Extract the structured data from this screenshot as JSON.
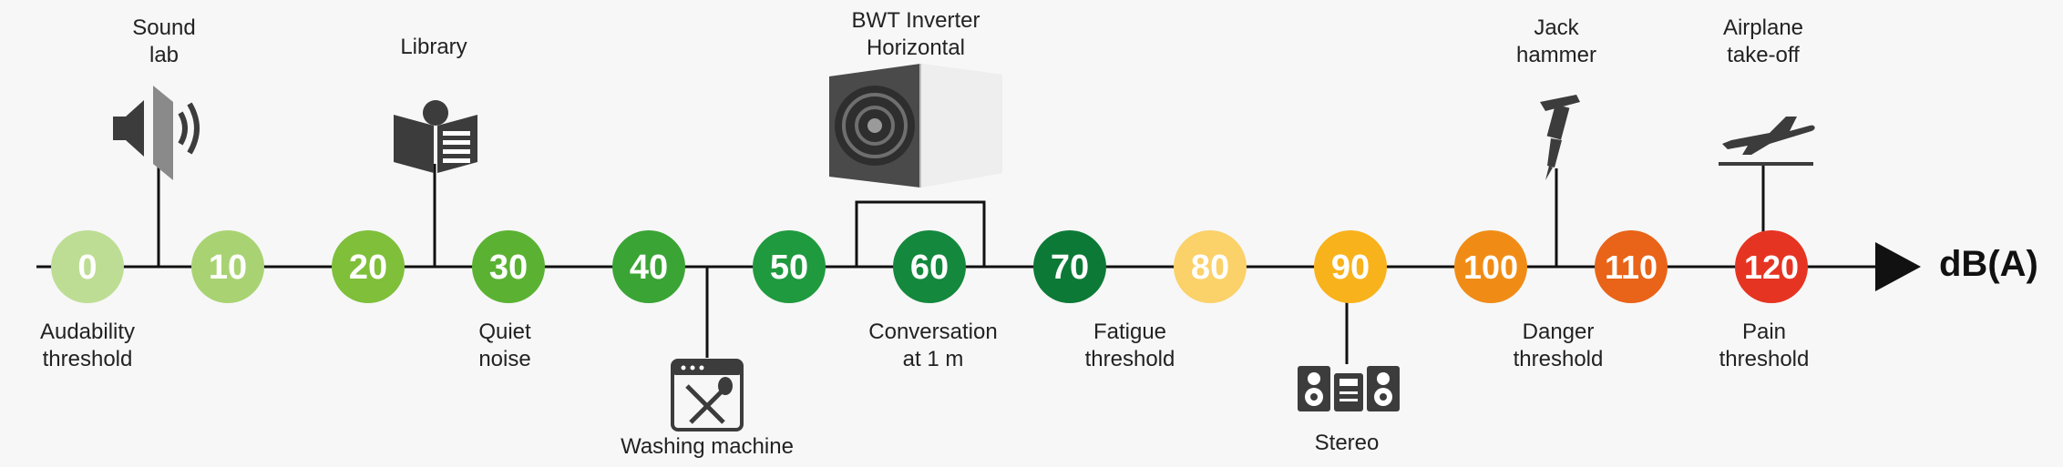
{
  "scale": {
    "unit": "dB(A)",
    "levels": [
      {
        "value": "0",
        "color": "#bedd94"
      },
      {
        "value": "10",
        "color": "#a9d373"
      },
      {
        "value": "20",
        "color": "#7fbf3a"
      },
      {
        "value": "30",
        "color": "#5bb232"
      },
      {
        "value": "40",
        "color": "#3aa435"
      },
      {
        "value": "50",
        "color": "#1f9a3e"
      },
      {
        "value": "60",
        "color": "#14883d"
      },
      {
        "value": "70",
        "color": "#0c7a36"
      },
      {
        "value": "80",
        "color": "#fbd169"
      },
      {
        "value": "90",
        "color": "#f8b21b"
      },
      {
        "value": "100",
        "color": "#f08c16"
      },
      {
        "value": "110",
        "color": "#e96318"
      },
      {
        "value": "120",
        "color": "#e63423"
      }
    ]
  },
  "labels": {
    "sound_lab": {
      "line1": "Sound",
      "line2": "lab"
    },
    "library": {
      "line1": "Library"
    },
    "bwt": {
      "line1": "BWT Inverter",
      "line2": "Horizontal"
    },
    "jack_hammer": {
      "line1": "Jack",
      "line2": "hammer"
    },
    "airplane": {
      "line1": "Airplane",
      "line2": "take-off"
    },
    "audability": {
      "line1": "Audability",
      "line2": "threshold"
    },
    "quiet": {
      "line1": "Quiet",
      "line2": "noise"
    },
    "washing": {
      "line1": "Washing machine"
    },
    "conversation": {
      "line1": "Conversation",
      "line2": "at 1 m"
    },
    "fatigue": {
      "line1": "Fatigue",
      "line2": "threshold"
    },
    "stereo": {
      "line1": "Stereo"
    },
    "danger": {
      "line1": "Danger",
      "line2": "threshold"
    },
    "pain": {
      "line1": "Pain",
      "line2": "threshold"
    }
  },
  "icons": {
    "speaker": "speaker-icon",
    "book": "book-icon",
    "heat_pump": "heat-pump-icon",
    "jackhammer": "jackhammer-icon",
    "airplane": "airplane-icon",
    "washing_machine": "washing-machine-icon",
    "stereo": "stereo-icon",
    "arrow": "arrow-icon"
  }
}
